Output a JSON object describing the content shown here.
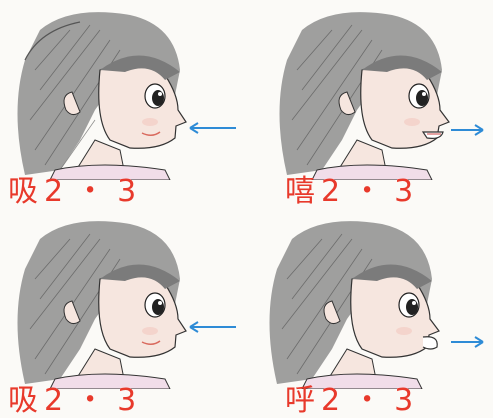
{
  "panels": [
    {
      "caption": {
        "word": "吸",
        "count": "2",
        "sep": "・",
        "end": "3"
      },
      "breath": "inhale",
      "arrow_color": "#2e8bd6"
    },
    {
      "caption": {
        "word": "嘻",
        "count": "2",
        "sep": "・",
        "end": "3"
      },
      "breath": "exhale",
      "arrow_color": "#2e8bd6"
    },
    {
      "caption": {
        "word": "吸",
        "count": "2",
        "sep": "・",
        "end": "3"
      },
      "breath": "inhale",
      "arrow_color": "#2e8bd6"
    },
    {
      "caption": {
        "word": "呼",
        "count": "2",
        "sep": "・",
        "end": "3"
      },
      "breath": "exhale",
      "arrow_color": "#2e8bd6"
    }
  ],
  "colors": {
    "caption": "#e8392b",
    "hair": "#5a5a5a",
    "skin": "#f6e6df",
    "shirt": "#f1dde9",
    "lip": "#e07b6f"
  }
}
